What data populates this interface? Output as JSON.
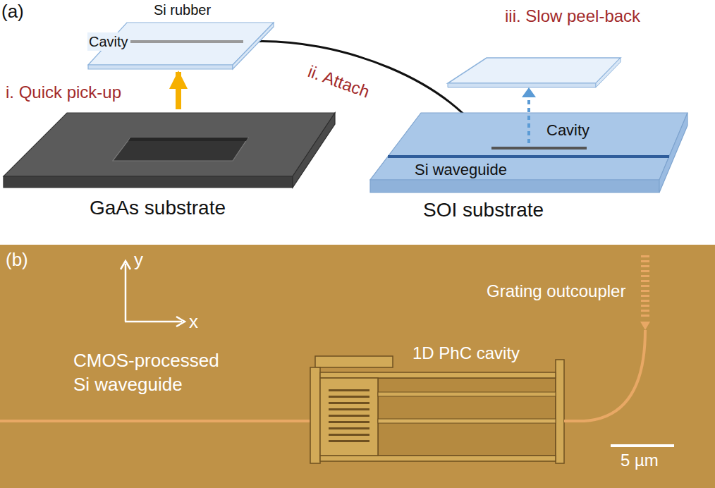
{
  "diagram": {
    "nodes": [
      {
        "text": [
          "Si rubber"
        ]
      },
      {
        "text": [
          "Cavity"
        ],
        "in": 0
      },
      {
        "text": [
          "GaAs substrate"
        ]
      },
      {
        "text": [
          "SOI substrate"
        ]
      },
      {
        "text": [
          "Cavity"
        ],
        "in": 3
      }
    ],
    "edges": [
      {
        "from": 2,
        "to": 0,
        "arrow": "to",
        "label": "i. Quick pick-up"
      },
      {
        "from": 1,
        "to": 4,
        "arrow": "to",
        "label": "ii. Attach"
      }
    ],
    "labels": [
      "(a)",
      "iii. Slow peel-back",
      "Si waveguide",
      "(b)",
      "y",
      "x",
      "CMOS-processed Si waveguide",
      "1D PhC cavity",
      "Grating outcoupler",
      "5 µm"
    ]
  }
}
